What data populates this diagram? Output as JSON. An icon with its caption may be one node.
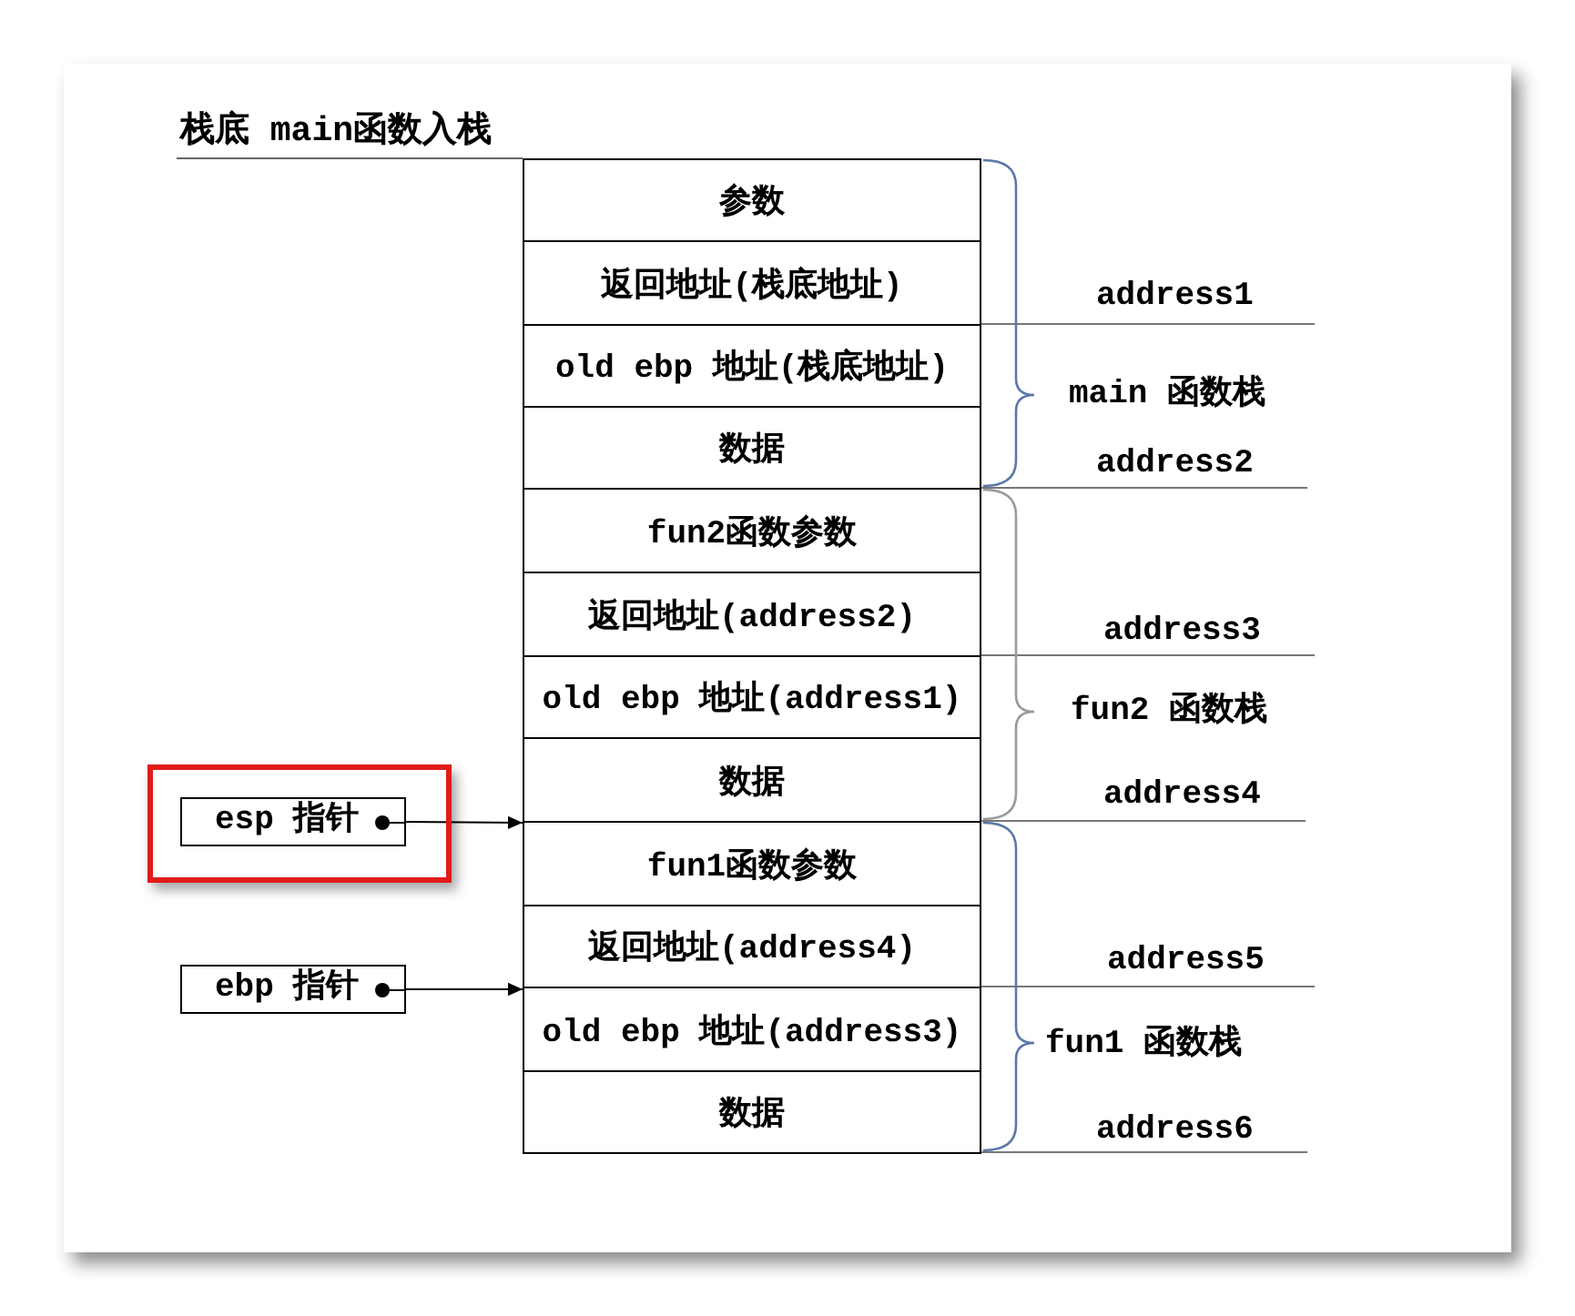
{
  "diagram": {
    "nodes": [
      {
        "text": [
          "参数"
        ]
      },
      {
        "text": [
          "返回地址(栈底地址)"
        ]
      },
      {
        "text": [
          "old ebp 地址(栈底地址)"
        ]
      },
      {
        "text": [
          "数据"
        ]
      },
      {
        "text": [
          "fun2函数参数"
        ]
      },
      {
        "text": [
          "返回地址(address2)"
        ]
      },
      {
        "text": [
          "old ebp 地址(address1)"
        ]
      },
      {
        "text": [
          "数据"
        ]
      },
      {
        "text": [
          "fun1函数参数"
        ]
      },
      {
        "text": [
          "返回地址(address4)"
        ]
      },
      {
        "text": [
          "old ebp 地址(address3)"
        ]
      },
      {
        "text": [
          "数据"
        ]
      },
      {
        "text": [],
        "shape": "box"
      },
      {
        "text": [
          "esp 指针"
        ],
        "in": 12
      },
      {
        "text": [
          "ebp 指针"
        ]
      }
    ],
    "edges": [
      {
        "from": 13,
        "to": 8,
        "arrow": "to"
      },
      {
        "from": 14,
        "to": 10,
        "arrow": "to"
      }
    ],
    "labels": [
      "栈底 main函数入栈",
      "address1",
      "main 函数栈",
      "address2",
      "address3",
      "fun2 函数栈",
      "address4",
      "address5",
      "fun1 函数栈",
      "address6"
    ]
  }
}
